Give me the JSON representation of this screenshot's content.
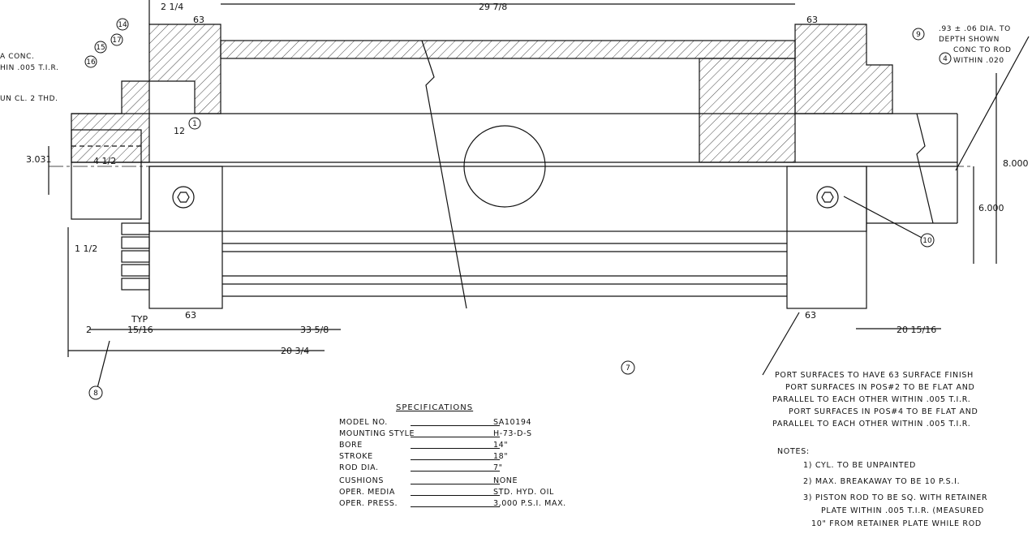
{
  "dimensions": {
    "top_left_frac": "2 1/4",
    "top_center": "29 7/8",
    "thread_12": "12",
    "thread_len": "4 1/2",
    "dia_left": "3.031",
    "one_half": "1 1/2",
    "two": "2",
    "typ": "TYP",
    "fifteen_sixteenths": "15/16",
    "thirty_three": "33 5/8",
    "twenty_three_quarter": "20 3/4",
    "twenty_fifteen": "20 15/16",
    "dia_8": "8.000",
    "dia_6": "6.000",
    "finish_63": "63"
  },
  "callouts": [
    "1",
    "4",
    "7",
    "8",
    "9",
    "10",
    "14",
    "15",
    "16",
    "17"
  ],
  "left_notes": [
    "A CONC.",
    "HIN .005 T.I.R.",
    "UN CL. 2 THD."
  ],
  "top_right_note": [
    ".93 ± .06 DIA. TO",
    "DEPTH SHOWN",
    "CONC TO ROD",
    "WITHIN .020"
  ],
  "port_notes": [
    "PORT SURFACES TO HAVE 63 SURFACE FINISH",
    "PORT SURFACES IN POS#2 TO BE FLAT AND",
    "PARALLEL TO EACH OTHER WITHIN .005 T.I.R.",
    "PORT SURFACES IN POS#4 TO BE FLAT AND",
    "PARALLEL TO EACH OTHER WITHIN .005 T.I.R."
  ],
  "specifications": {
    "title": "SPECIFICATIONS",
    "rows": [
      {
        "label": "MODEL NO.",
        "value": "SA10194"
      },
      {
        "label": "MOUNTING STYLE",
        "value": "H-73-D-S"
      },
      {
        "label": "BORE",
        "value": "14\""
      },
      {
        "label": "STROKE",
        "value": "18\""
      },
      {
        "label": "ROD DIA.",
        "value": "7\""
      },
      {
        "label": "CUSHIONS",
        "value": "NONE"
      },
      {
        "label": "OPER. MEDIA",
        "value": "STD. HYD. OIL"
      },
      {
        "label": "OPER. PRESS.",
        "value": "3,000 P.S.I. MAX."
      }
    ]
  },
  "notes": {
    "heading": "NOTES:",
    "items": [
      "1) CYL. TO BE UNPAINTED",
      "2) MAX. BREAKAWAY TO BE 10 P.S.I.",
      "3) PISTON ROD TO BE SQ. WITH RETAINER",
      "PLATE WITHIN .005 T.I.R. (MEASURED",
      "10\" FROM RETAINER PLATE WHILE ROD"
    ]
  }
}
